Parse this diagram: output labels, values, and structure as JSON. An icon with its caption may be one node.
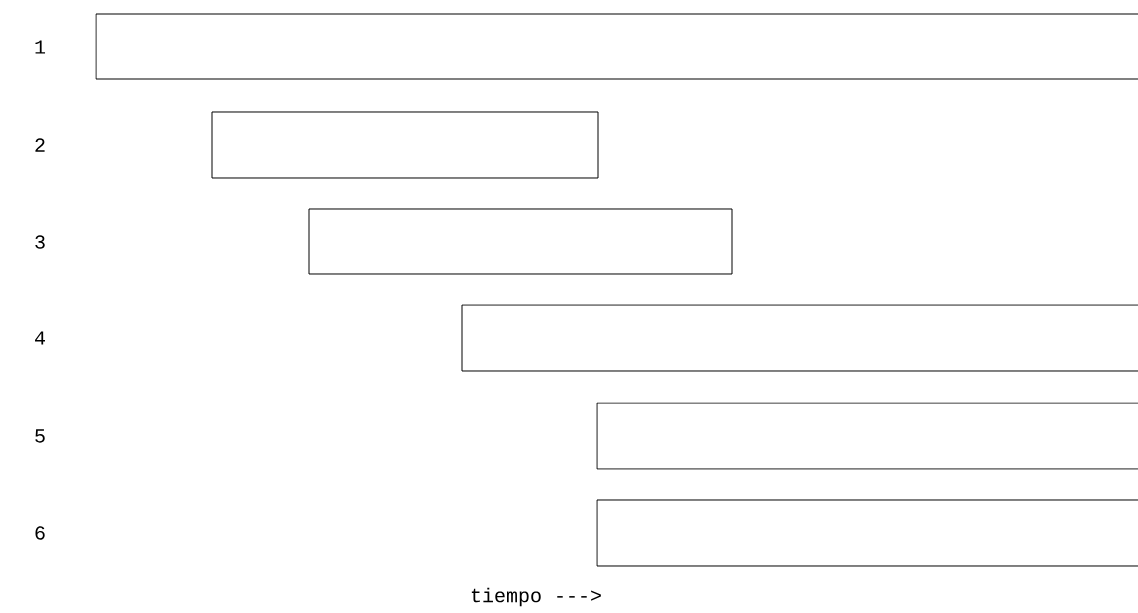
{
  "diagram": {
    "nodes": [
      {
        "text": [],
        "shape": "bar"
      },
      {
        "text": [],
        "shape": "bar"
      },
      {
        "text": [],
        "shape": "bar"
      },
      {
        "text": [],
        "shape": "bar"
      },
      {
        "text": [],
        "shape": "bar"
      },
      {
        "text": [],
        "shape": "bar"
      }
    ],
    "labels": [
      "1",
      "2",
      "3",
      "4",
      "5",
      "6",
      "tiempo --->"
    ]
  }
}
